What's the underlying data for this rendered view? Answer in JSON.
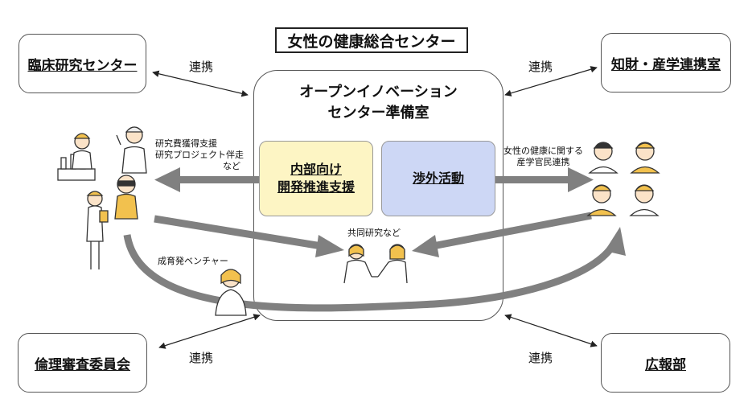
{
  "title": "女性の健康総合センター",
  "center": {
    "line1": "オープンイノベーション",
    "line2": "センター準備室"
  },
  "inner_left": {
    "line1": "内部向け",
    "line2": "開発推進支援"
  },
  "inner_right": {
    "label": "渉外活動"
  },
  "corners": {
    "top_left": "臨床研究センター",
    "top_right": "知財・産学連携室",
    "bottom_left": "倫理審査委員会",
    "bottom_right": "広報部"
  },
  "link_label": "連携",
  "notes": {
    "support": [
      "研究費獲得支援",
      "研究プロジェクト伴走",
      "など"
    ],
    "health": [
      "女性の健康に関する",
      "産学官民連携"
    ],
    "joint": "共同研究など",
    "venture": "成育発ベンチャー"
  },
  "colors": {
    "inner_left": "#fdf5c4",
    "inner_right": "#cdd7f5",
    "arrow": "#808080",
    "skin": "#fbe3c8",
    "hair": "#f2c14e"
  }
}
